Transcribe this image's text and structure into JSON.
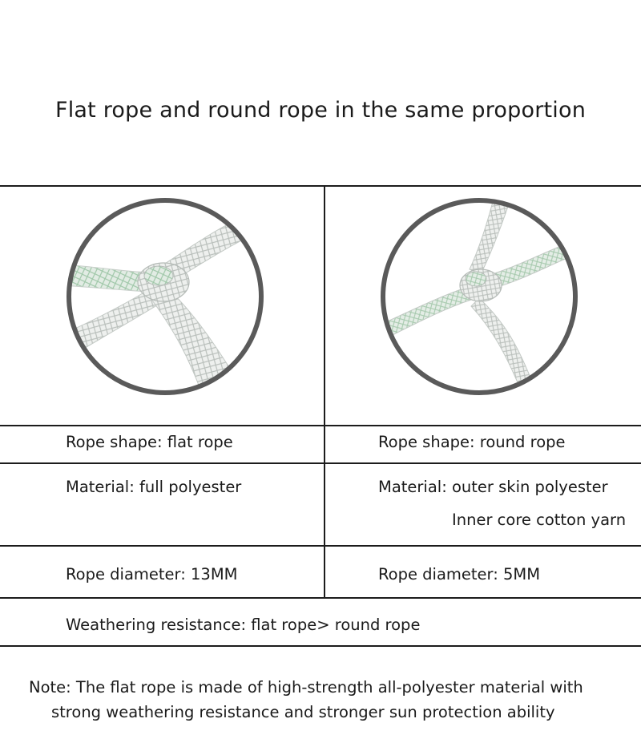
{
  "title": "Flat rope and round rope in the same proportion",
  "images": {
    "left": "flat-rope-knot",
    "right": "round-rope-knot"
  },
  "rows": {
    "shape": {
      "left": "Rope shape: flat rope",
      "right": "Rope shape: round rope"
    },
    "material": {
      "left": "Material: full polyester",
      "right": "Material: outer skin polyester",
      "right_line2": "Inner core cotton yarn"
    },
    "diameter": {
      "left": "Rope diameter: 13MM",
      "right": "Rope diameter: 5MM"
    },
    "weathering": "Weathering resistance: flat rope> round rope"
  },
  "note": {
    "line1": "Note: The flat rope is made of high-strength all-polyester material with",
    "line2": "strong weathering resistance and stronger sun protection ability"
  },
  "colors": {
    "border": "#1c1c1c",
    "circle": "#5a5a5a",
    "rope": "#e6e8e6",
    "rope_accent": "#9fc7a8"
  }
}
